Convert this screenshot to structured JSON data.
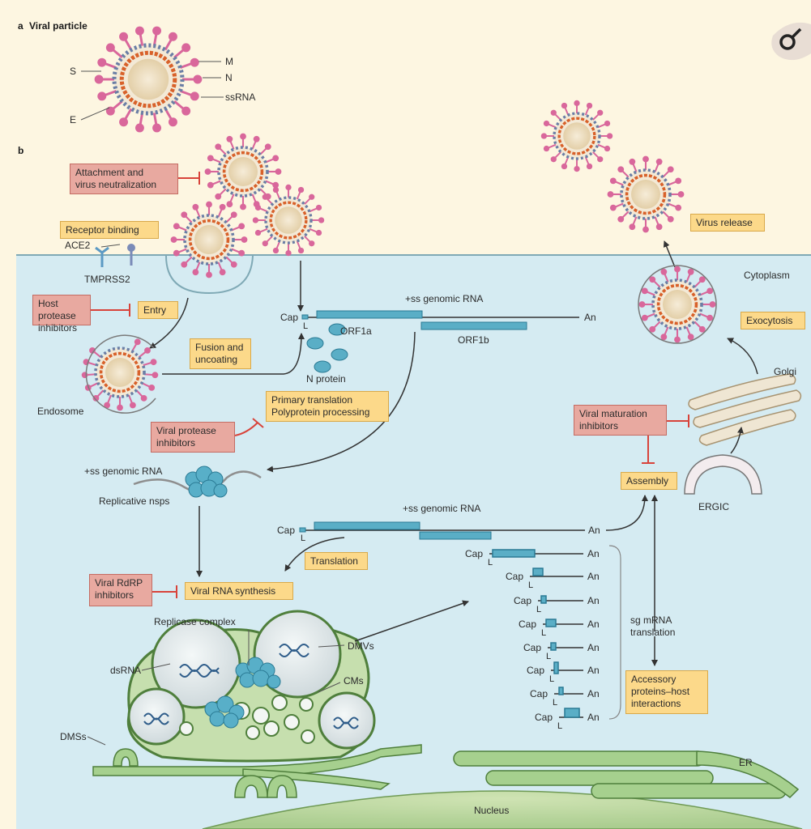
{
  "panels": {
    "a": "a",
    "a_title": "Viral particle",
    "b": "b"
  },
  "particle_labels": {
    "S": "S",
    "E": "E",
    "M": "M",
    "N": "N",
    "ssRNA": "ssRNA"
  },
  "labels": {
    "ace2": "ACE2",
    "tmprss2": "TMPRSS2",
    "endosome": "Endosome",
    "cytoplasm": "Cytoplasm",
    "n_protein": "N protein",
    "genomic_rna_top": "+ss genomic RNA",
    "orf1a": "ORF1a",
    "orf1b": "ORF1b",
    "cap": "Cap",
    "L": "L",
    "an": "An",
    "genomic_rna_left": "+ss genomic RNA",
    "replicative_nsps": "Replicative nsps",
    "genomic_rna_mid": "+ss genomic RNA",
    "replicase_complex": "Replicase complex",
    "dsRNA": "dsRNA",
    "dmvs": "DMVs",
    "cms": "CMs",
    "dmss": "DMSs",
    "er": "ER",
    "nucleus": "Nucleus",
    "golgi": "Golgi",
    "ergic": "ERGIC",
    "sg_mrna": "sg mRNA\ntranslation"
  },
  "boxes": {
    "attachment": "Attachment and\nvirus neutralization",
    "receptor": "Receptor binding",
    "host_protease": "Host protease\ninhibitors",
    "entry": "Entry",
    "fusion": "Fusion and\nuncoating",
    "primary": "Primary translation\nPolyprotein processing",
    "viral_protease": "Viral protease\ninhibitors",
    "translation": "Translation",
    "rdrp": "Viral RdRP\ninhibitors",
    "rna_synthesis": "Viral RNA synthesis",
    "virus_release": "Virus release",
    "exocytosis": "Exocytosis",
    "maturation": "Viral maturation\ninhibitors",
    "assembly": "Assembly",
    "accessory": "Accessory\nproteins–host\ninteractions"
  },
  "colors": {
    "background": "#fdf6e1",
    "cytoplasm": "#d5ebf2",
    "spike": "#d9679b",
    "rna": "#d8612a",
    "orf": "#5aaec6",
    "er": "#8fc47a",
    "arrow": "#333333",
    "inhibit": "#d8433a"
  },
  "logo_icon": "nature-reviews-icon"
}
